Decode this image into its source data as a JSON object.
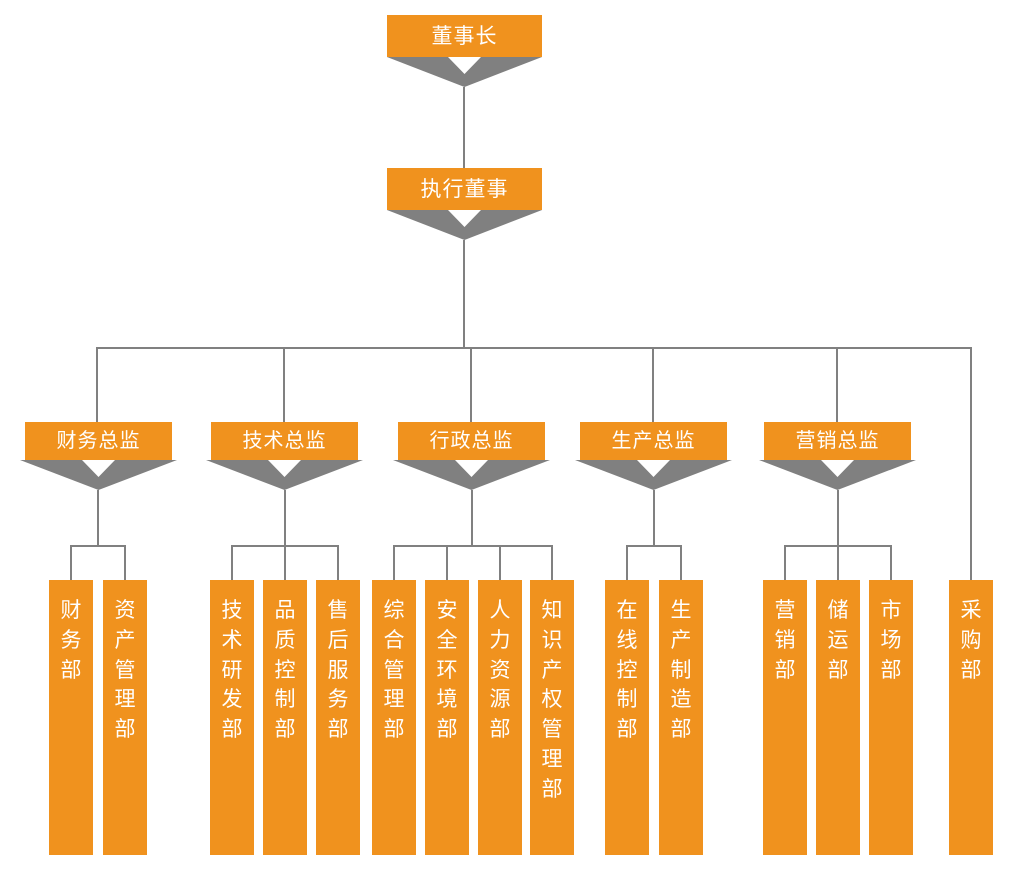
{
  "chart": {
    "title_text": "",
    "colors": {
      "node_fill": "#F0921E",
      "node_text": "#FFFFFF",
      "chevron": "#808080",
      "connector": "#808080",
      "background": "#FFFFFF"
    },
    "levels": {
      "chairman": {
        "label": "董事长"
      },
      "executive_director": {
        "label": "执行董事"
      },
      "directors": [
        {
          "label": "财务总监"
        },
        {
          "label": "技术总监"
        },
        {
          "label": "行政总监"
        },
        {
          "label": "生产总监"
        },
        {
          "label": "营销总监"
        }
      ],
      "departments": [
        {
          "label": "财务部"
        },
        {
          "label": "资产管理部"
        },
        {
          "label": "技术研发部"
        },
        {
          "label": "品质控制部"
        },
        {
          "label": "售后服务部"
        },
        {
          "label": "综合管理部"
        },
        {
          "label": "安全环境部"
        },
        {
          "label": "人力资源部"
        },
        {
          "label": "知识产权管理部"
        },
        {
          "label": "在线控制部"
        },
        {
          "label": "生产制造部"
        },
        {
          "label": "营销部"
        },
        {
          "label": "储运部"
        },
        {
          "label": "市场部"
        },
        {
          "label": "采购部"
        }
      ]
    },
    "hierarchy": {
      "财务总监": [
        "财务部",
        "资产管理部"
      ],
      "技术总监": [
        "技术研发部",
        "品质控制部",
        "售后服务部"
      ],
      "行政总监": [
        "综合管理部",
        "安全环境部",
        "人力资源部",
        "知识产权管理部"
      ],
      "生产总监": [
        "在线控制部",
        "生产制造部"
      ],
      "营销总监": [
        "营销部",
        "储运部",
        "市场部"
      ],
      "执行董事_direct": [
        "采购部"
      ]
    }
  }
}
